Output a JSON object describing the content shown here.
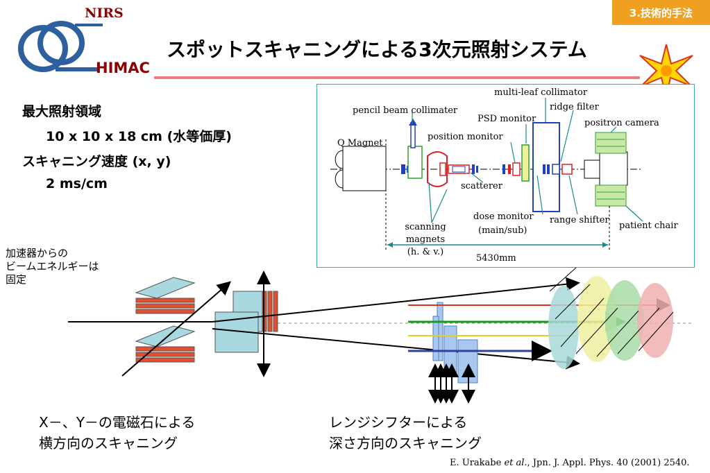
{
  "section_badge": "3.技術的手法",
  "title": "スポットスキャニングによる3次元照射システム",
  "logo": {
    "top": "NIRS",
    "bottom": "HIMAC"
  },
  "specs": {
    "line1": "最大照射領域",
    "line2": "10 x 10 x 18 cm (水等価厚)",
    "line3": "スキャニング速度 (x, y)",
    "line4": "2 ms/cm"
  },
  "note_fixed": {
    "line1": "加速器からの",
    "line2": "ビームエネルギーは",
    "line3": "固定"
  },
  "inset": {
    "multi_leaf": "multi-leaf collimator",
    "ridge_filter": "ridge filter",
    "pencil_beam": "pencil beam collimater",
    "psd_monitor": "PSD monitor",
    "positron_camera": "positron camera",
    "q_magnet": "Q Magnet",
    "position_monitor": "position monitor",
    "scatterer": "scatterer",
    "dose_monitor": "dose monitor",
    "dose_monitor_sub": "(main/sub)",
    "range_shifter": "range shifter",
    "patient_chair": "patient chair",
    "scanning_magnets": [
      "scanning",
      "magnets",
      "(h. & v.)"
    ],
    "length": "5430mm"
  },
  "captions": {
    "left_line1": "X－、Y－の電磁石による",
    "left_line2": "横方向のスキャニング",
    "right_line1": "レンジシフターによる",
    "right_line2": "深さ方向のスキャニング"
  },
  "citation": {
    "part1": "E. Urakabe ",
    "italic": "et al.",
    "part2": ", Jpn. J. Appl. Phys. 40 (2001) 2540."
  },
  "colors": {
    "badge": "#f0a020",
    "logo_blue": "#2e5f9e",
    "logo_red": "#8b0000",
    "underline": "#f08080",
    "inset_border": "#3aa8a8",
    "slice_teal": "#a8d8d8",
    "slice_yellow": "#eef0a0",
    "slice_green": "#a8dca8",
    "slice_pink": "#f0b0b0"
  }
}
